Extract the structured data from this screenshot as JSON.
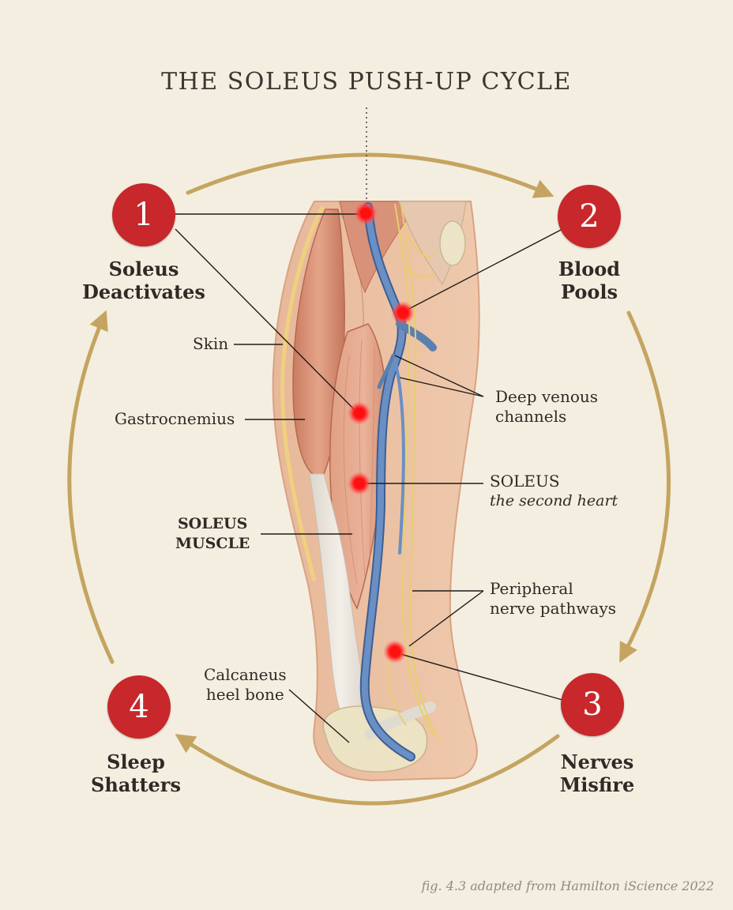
{
  "title": "THE SOLEUS PUSH-UP CYCLE",
  "steps": [
    {
      "number": "1",
      "label_line1": "Soleus",
      "label_line2": "Deactivates"
    },
    {
      "number": "2",
      "label_line1": "Blood",
      "label_line2": "Pools"
    },
    {
      "number": "3",
      "label_line1": "Nerves",
      "label_line2": "Misfire"
    },
    {
      "number": "4",
      "label_line1": "Sleep",
      "label_line2": "Shatters"
    }
  ],
  "labels": {
    "skin": "Skin",
    "gastrocnemius": "Gastrocnemius",
    "soleus_muscle_line1": "SOLEUS",
    "soleus_muscle_line2": "MUSCLE",
    "calcaneus_line1": "Calcaneus",
    "calcaneus_line2": "heel bone",
    "deep_venous_line1": "Deep venous",
    "deep_venous_line2": "channels",
    "soleus_heart_line1": "SOLEUS",
    "soleus_heart_line2": "the second heart",
    "peripheral_line1": "Peripheral",
    "peripheral_line2": "nerve pathways"
  },
  "caption": "fig. 4.3 adapted from Hamilton iScience 2022",
  "colors": {
    "background": "#f4eee0",
    "step_circle": "#c8282b",
    "cycle_arrow": "#c4a460",
    "vein": "#5b7fb0",
    "nerve": "#e8cf6a",
    "muscle": "#d9957a",
    "hotspot": "#ff1a1a"
  }
}
